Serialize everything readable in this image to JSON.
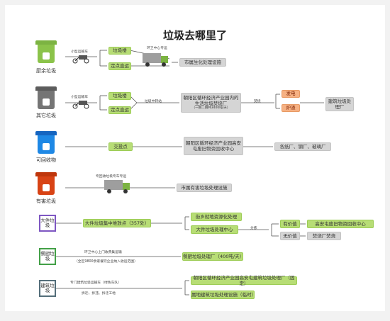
{
  "title": "垃圾去哪里了",
  "colors": {
    "kitchen": "#7cb342",
    "other": "#6b6b6b",
    "recyclable": "#1e88e5",
    "hazardous": "#d84315",
    "bulky": "#7e57c2",
    "garden": "#43a047",
    "construction": "#546e7a"
  },
  "rows": {
    "kitchen": {
      "label": "厨余垃圾",
      "vehicle": "小型运输车",
      "opt1": "垃圾楼",
      "opt2": "定点直运",
      "center_vehicle": "环卫中心专运",
      "dest": "市属生化处理设施"
    },
    "other": {
      "label": "其它垃圾",
      "vehicle": "小型运输车",
      "opt1": "垃圾楼",
      "opt2": "定点直运",
      "transfer": "垃圾中转站",
      "dest": "朝阳区循环经济产业园内的生活垃圾焚烧厂",
      "capacity": "（一期二期共3400吨/天）",
      "burn": "焚烧",
      "out1": "发电",
      "out2": "炉渣",
      "final": "建筑垃圾处理厂"
    },
    "recyclable": {
      "label": "可回收物",
      "point": "交投点",
      "dest": "朝阳区循环经济产业园高安屯废旧物资回收中心",
      "out": "各纸厂、钢厂、玻璃厂"
    },
    "hazardous": {
      "label": "有害垃圾",
      "vehicle": "专回收垃圾专车专运",
      "dest": "市属有害垃圾处理设施"
    },
    "bulky": {
      "icon": "大件垃圾",
      "collect": "大件垃圾集中堆放点（357处）",
      "opt1": "街乡就地资源化处理",
      "opt2": "大件垃圾处理中心",
      "sort": "分拣",
      "valuable": "有价值",
      "valuable_dest": "高安屯废旧物资回收中心",
      "nonvaluable": "无价值",
      "nonvaluable_dest": "焚烧厂焚烧"
    },
    "garden": {
      "icon": "餐厨垃圾",
      "transport": "环卫中心上门收费集运输",
      "note": "（全区9800余家餐饮企业纳入收运范围）",
      "dest": "餐厨垃圾处理厂（400吨/天）"
    },
    "construction": {
      "icon": "建筑垃圾",
      "transport": "专门建筑垃圾运输车（绿色车队）",
      "note": "拆迁、拆违、拆迁工地",
      "dest1": "朝阳区循环经济产业园高安屯建筑垃圾处理厂（固定）",
      "dest2": "属地建筑垃圾处理设施（临时）"
    }
  }
}
